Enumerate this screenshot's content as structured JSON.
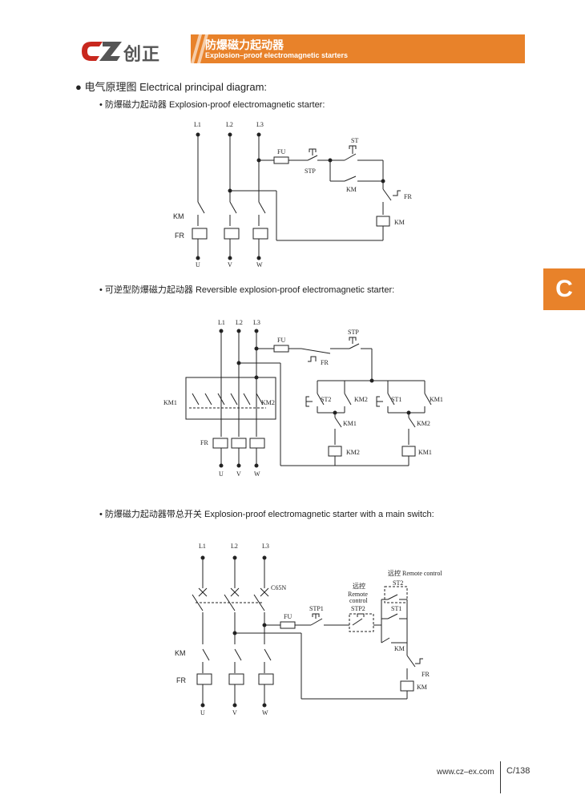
{
  "header": {
    "brand_cn": "创正",
    "title_cn": "防爆磁力起动器",
    "title_en": "Explosion–proof electromagnetic starters"
  },
  "section": {
    "heading": "电气原理图 Electrical principal diagram:",
    "diagrams": [
      {
        "caption": "防爆磁力起动器 Explosion-proof electromagnetic starter:",
        "labels": {
          "l1": "L1",
          "l2": "L2",
          "l3": "L3",
          "fu": "FU",
          "stp": "STP",
          "st": "ST",
          "km_ctl": "KM",
          "fr_ctl": "FR",
          "km_coil": "KM",
          "km_main": "KM",
          "fr_main": "FR",
          "u": "U",
          "v": "V",
          "w": "W"
        }
      },
      {
        "caption": "可逆型防爆磁力起动器 Reversible explosion-proof electromagnetic starter:",
        "labels": {
          "l1": "L1",
          "l2": "L2",
          "l3": "L3",
          "fu": "FU",
          "stp": "STP",
          "fr_ctl": "FR",
          "st2": "ST2",
          "km2_a": "KM2",
          "st1": "ST1",
          "km1_a": "KM1",
          "km1_b": "KM1",
          "km2_b": "KM2",
          "km2_coil": "KM2",
          "km1_coil": "KM1",
          "km1_main": "KM1",
          "km2_main": "KM2",
          "fr_main": "FR",
          "u": "U",
          "v": "V",
          "w": "W"
        }
      },
      {
        "caption": "防爆磁力起动器带总开关 Explosion-proof electromagnetic starter with a main switch:",
        "labels": {
          "l1": "L1",
          "l2": "L2",
          "l3": "L3",
          "c65n": "C65N",
          "fu": "FU",
          "stp1": "STP1",
          "remote_cn1": "远控",
          "remote_en1a": "Remote",
          "remote_en1b": "control",
          "stp2": "STP2",
          "remote2": "远控 Remote control",
          "st2": "ST2",
          "st1": "ST1",
          "km_ctl": "KM",
          "fr_ctl": "FR",
          "km_coil": "KM",
          "km_main": "KM",
          "fr_main": "FR",
          "u": "U",
          "v": "V",
          "w": "W"
        }
      }
    ]
  },
  "side_tab": "C",
  "footer": {
    "url": "www.cz–ex.com",
    "page": "C/138"
  },
  "colors": {
    "accent": "#e8822a",
    "logo_red": "#c8281e"
  }
}
